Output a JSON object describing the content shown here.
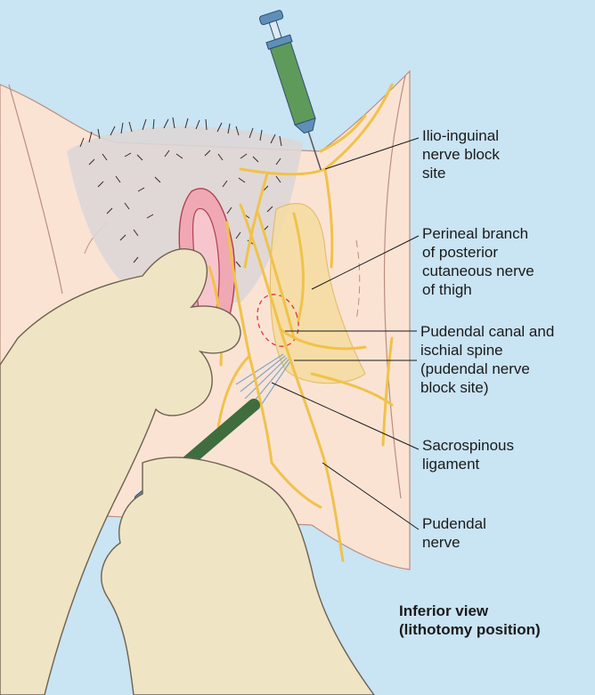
{
  "labels": {
    "ilio_inguinal": "Ilio-inguinal\nnerve block\nsite",
    "perineal_branch": "Perineal branch\nof posterior\ncutaneous nerve\nof thigh",
    "pudendal_canal": "Pudendal canal and\nischial spine\n(pudendal nerve\nblock site)",
    "sacrospinous": "Sacrospinous\nligament",
    "pudendal_nerve": "Pudendal\nnerve"
  },
  "caption": "Inferior view\n(lithotomy position)",
  "colors": {
    "background": "#c9e4f3",
    "skin": "#fbe3d4",
    "nerve": "#f0c24a",
    "glove": "#efe4c4",
    "syringe_fluid": "#5e9a5a",
    "labia": "#f0a8b4",
    "ligament": "#f6dca0"
  }
}
